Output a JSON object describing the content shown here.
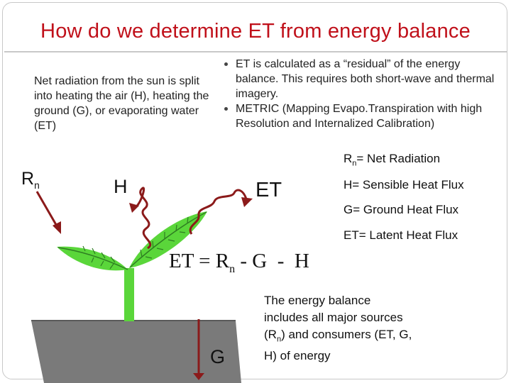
{
  "slide": {
    "title": "How do we determine ET from energy balance",
    "intro_text": "Net radiation from the sun is split into heating the air (H), heating the ground (G), or evaporating water (ET)",
    "bullets": [
      "ET is calculated as a “residual”  of the energy balance.  This requires both short-wave and thermal imagery.",
      "METRIC (Mapping Evapo.Transpiration with high Resolution and Internalized Calibration)"
    ],
    "legend": {
      "rn_prefix": "R",
      "rn_sub": "n",
      "rn_rest": "= Net Radiation",
      "h": "H= Sensible Heat Flux",
      "g": "G= Ground Heat Flux",
      "et": "ET= Latent Heat Flux"
    },
    "diagram_labels": {
      "rn_main": "R",
      "rn_sub": "n",
      "h": "H",
      "et": "ET",
      "g": "G"
    },
    "equation": {
      "lhs": "ET = R",
      "sub": "n",
      "rhs": " - G  -  H"
    },
    "summary": {
      "part1": "The energy balance includes all major sources (R",
      "sub": "n",
      "part2": ") and consumers (ET, G, H) of energy"
    }
  },
  "colors": {
    "title": "#c0101a",
    "arrow": "#8b1a1a",
    "plant": "#5ad63a",
    "leaf_vein": "#2e7d22",
    "ground": "#7a7a7a"
  }
}
